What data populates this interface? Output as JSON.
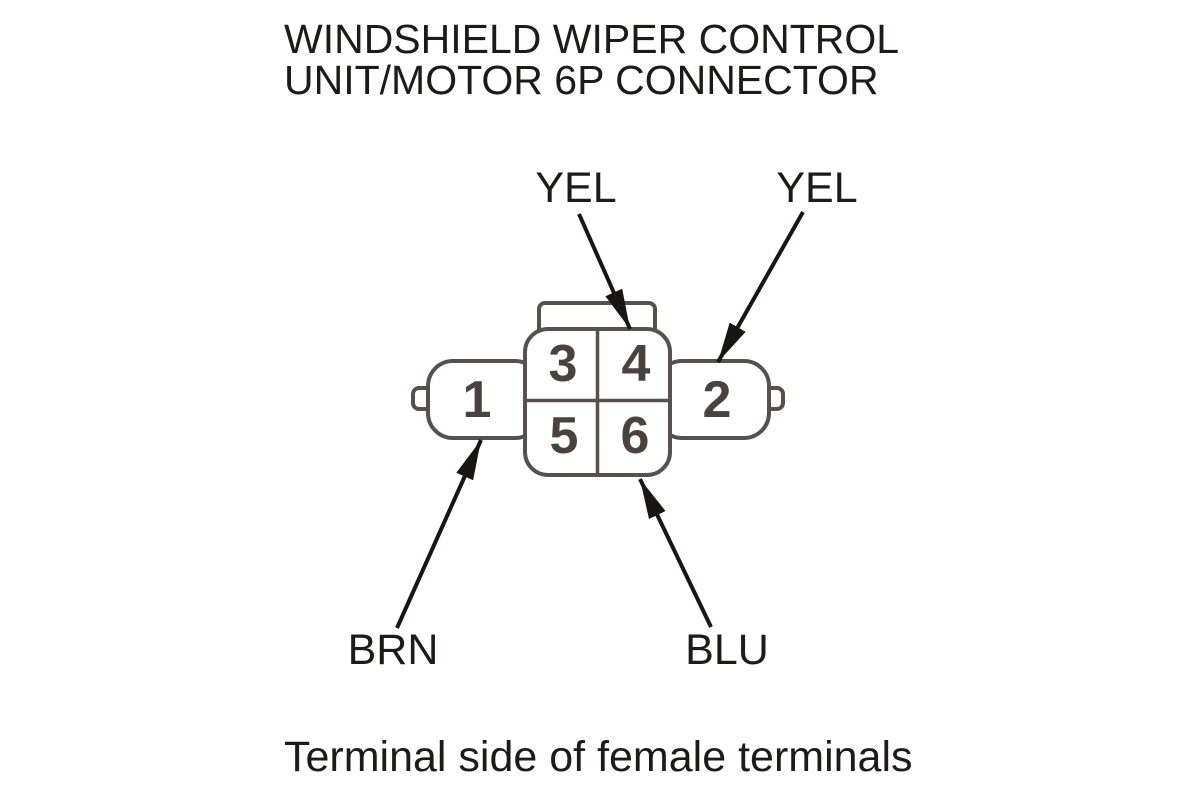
{
  "title": {
    "line1": "WINDSHIELD WIPER CONTROL",
    "line2": "UNIT/MOTOR 6P CONNECTOR"
  },
  "caption": "Terminal side of female terminals",
  "connector": {
    "pin_count_label": "6P",
    "terminals": [
      "1",
      "2",
      "3",
      "4",
      "5",
      "6"
    ],
    "wire_labels": [
      {
        "label": "YEL",
        "terminal": "4"
      },
      {
        "label": "YEL",
        "terminal": "2"
      },
      {
        "label": "BRN",
        "terminal": "1"
      },
      {
        "label": "BLU",
        "terminal": "6"
      }
    ]
  },
  "colors": {
    "background": "#ffffff",
    "housing_outline": "#57504c",
    "terminal_number": "#4a423f",
    "text": "#1d1a19",
    "arrow": "#181514"
  }
}
